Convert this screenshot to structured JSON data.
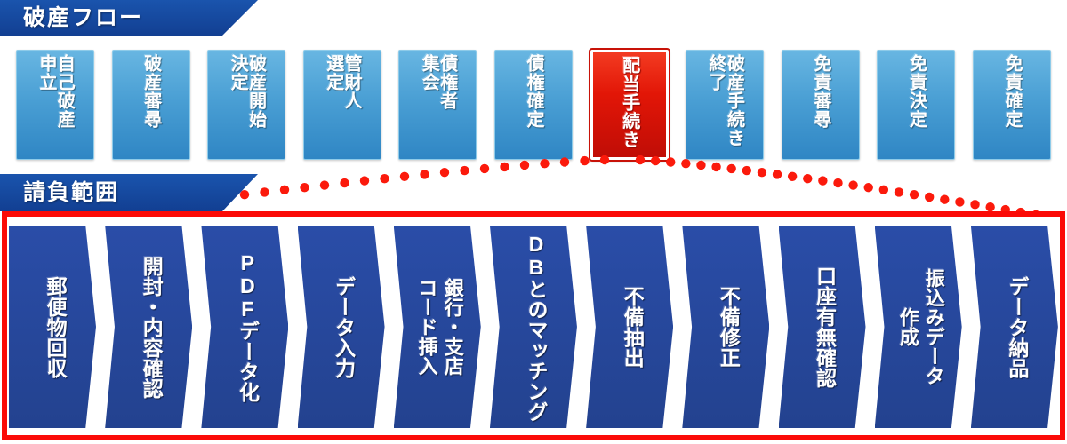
{
  "sections": {
    "flow_banner": {
      "label": "破産フロー"
    },
    "scope_banner": {
      "label": "請負範囲"
    }
  },
  "colors": {
    "banner_blue": "#12459c",
    "step_blue": "#4a9fd4",
    "highlight_red": "#e21607",
    "frame_red": "#fb0b07",
    "task_navy": "#24459a",
    "dot_red": "#fb1a0c",
    "text_white": "#ffffff"
  },
  "flow_steps": [
    {
      "id": "self-bankruptcy-filing",
      "col1": "自己破産",
      "col2": "申立",
      "highlight": false
    },
    {
      "id": "bankruptcy-hearing",
      "col1": "破産審尋",
      "col2": "",
      "highlight": false
    },
    {
      "id": "bankruptcy-commencement-decision",
      "col1": "破産開始",
      "col2": "決定",
      "highlight": false
    },
    {
      "id": "trustee-selection",
      "col1": "管財人",
      "col2": "選定",
      "highlight": false
    },
    {
      "id": "creditors-meeting",
      "col1": "債権者",
      "col2": "集会",
      "highlight": false
    },
    {
      "id": "claim-determination",
      "col1": "債権確定",
      "col2": "",
      "highlight": false
    },
    {
      "id": "dividend-procedure",
      "col1": "配当手続き",
      "col2": "",
      "highlight": true
    },
    {
      "id": "bankruptcy-procedure-end",
      "col1": "破産手続き",
      "col2": "終了",
      "highlight": false
    },
    {
      "id": "discharge-hearing",
      "col1": "免責審尋",
      "col2": "",
      "highlight": false
    },
    {
      "id": "discharge-decision",
      "col1": "免責決定",
      "col2": "",
      "highlight": false
    },
    {
      "id": "discharge-confirmation",
      "col1": "免責確定",
      "col2": "",
      "highlight": false
    }
  ],
  "task_steps": [
    {
      "id": "mail-collection",
      "col1": "郵便物回収",
      "col2": ""
    },
    {
      "id": "open-and-verify-contents",
      "col1": "開封・内容確認",
      "col2": ""
    },
    {
      "id": "pdf-conversion",
      "col1": "PDFデータ化",
      "col2": ""
    },
    {
      "id": "data-entry",
      "col1": "データ入力",
      "col2": ""
    },
    {
      "id": "bank-branch-code-insertion",
      "col1": "銀行・支店",
      "col2": "コード挿入"
    },
    {
      "id": "db-matching",
      "col1": "DBとのマッチング",
      "col2": ""
    },
    {
      "id": "deficiency-extraction",
      "col1": "不備抽出",
      "col2": ""
    },
    {
      "id": "deficiency-correction",
      "col1": "不備修正",
      "col2": ""
    },
    {
      "id": "account-existence-check",
      "col1": "口座有無確認",
      "col2": ""
    },
    {
      "id": "transfer-data-creation",
      "col1": "振込みデータ",
      "col2": "作成"
    },
    {
      "id": "data-delivery",
      "col1": "データ納品",
      "col2": ""
    }
  ],
  "connector": {
    "style": "dotted-fan",
    "dot_count_left": 26,
    "dot_count_right": 26,
    "source_step_index": 6
  }
}
